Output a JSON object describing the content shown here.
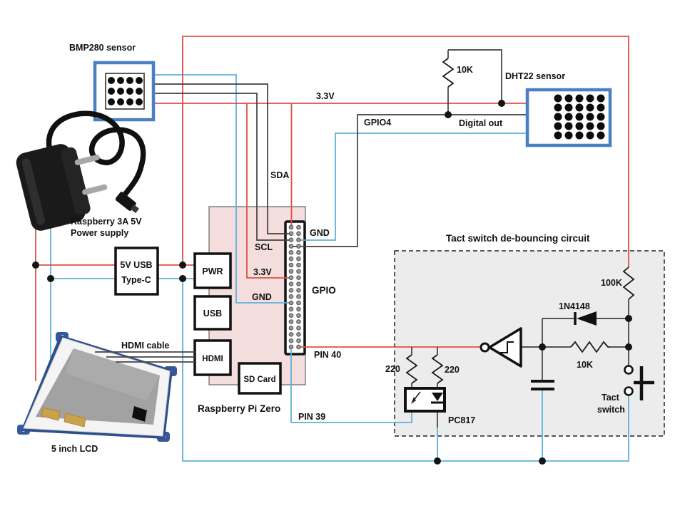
{
  "sensors": {
    "bmp280_label": "BMP280 sensor",
    "dht22_label": "DHT22 sensor"
  },
  "power": {
    "name_line1": "Raspberry 3A 5V",
    "name_line2": "Power supply",
    "connector_line1": "5V USB",
    "connector_line2": "Type-C"
  },
  "display": {
    "lcd_label": "5 inch LCD",
    "hdmi_cable_label": "HDMI cable"
  },
  "pi": {
    "name": "Raspberry Pi Zero",
    "ports": {
      "pwr": "PWR",
      "usb": "USB",
      "hdmi": "HDMI",
      "sd_card": "SD Card"
    },
    "header": {
      "gpio": "GPIO",
      "gnd_top": "GND",
      "sda": "SDA",
      "scl": "SCL",
      "v33": "3.3V",
      "gnd": "GND",
      "pin40": "PIN 40",
      "pin39": "PIN 39"
    }
  },
  "nets": {
    "v33": "3.3V",
    "gpio4": "GPIO4",
    "digital_out": "Digital out",
    "pullup_resistor": "10K"
  },
  "debounce": {
    "title": "Tact switch de-bouncing circuit",
    "r100k": "100K",
    "diode": "1N4148",
    "r10k": "10K",
    "r220_left": "220",
    "r220_right": "220",
    "optocoupler": "PC817",
    "tact_line1": "Tact",
    "tact_line2": "switch"
  },
  "colors": {
    "wire_5v": "#dd5144",
    "wire_ground": "#5fb0dc",
    "wire_signal": "#3f3f3f",
    "sensor_border": "#4a7fc1",
    "pi_fill": "#f3dedd",
    "debounce_fill": "#ececec"
  }
}
